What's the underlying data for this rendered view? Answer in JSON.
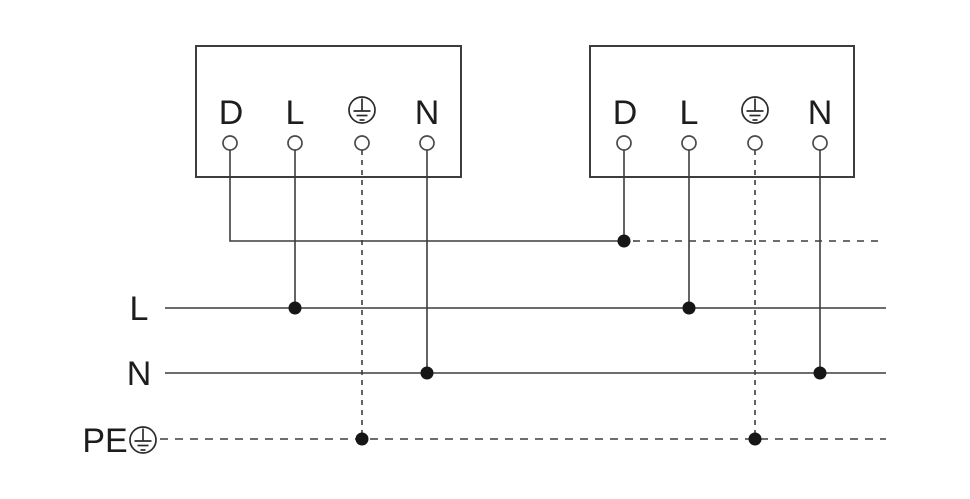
{
  "colors": {
    "background": "#ffffff",
    "line": "#3d3d3d",
    "junction_dot": "#161616",
    "text": "#1d1d1d"
  },
  "devices": [
    {
      "id": "device-1",
      "terminal_labels": {
        "d": "D",
        "l": "L",
        "n": "N"
      },
      "earth_icon": "protective-earth-icon"
    },
    {
      "id": "device-2",
      "terminal_labels": {
        "d": "D",
        "l": "L",
        "n": "N"
      },
      "earth_icon": "protective-earth-icon"
    }
  ],
  "supply_lines": {
    "live_label": "L",
    "neutral_label": "N",
    "earth_label": "PE",
    "earth_icon": "protective-earth-icon"
  }
}
